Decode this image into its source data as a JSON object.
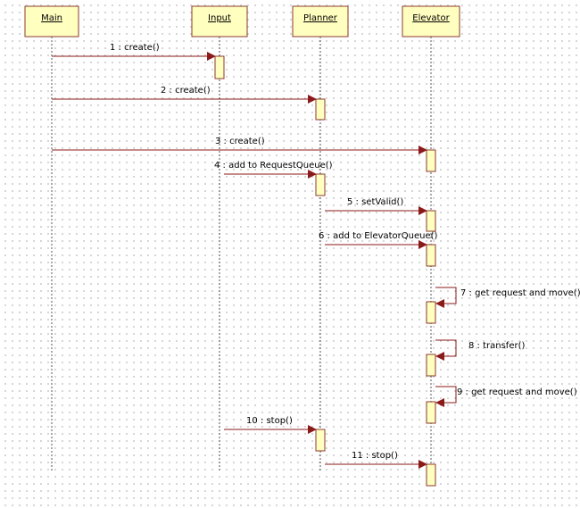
{
  "colors": {
    "box_fill": "#ffffc0",
    "box_stroke": "#8b3a2e",
    "arrow": "#8b1a1a",
    "lifeline": "#555555"
  },
  "objects": [
    {
      "id": "main",
      "label": "Main"
    },
    {
      "id": "input",
      "label": "Input"
    },
    {
      "id": "planner",
      "label": "Planner"
    },
    {
      "id": "elevator",
      "label": "Elevator"
    }
  ],
  "messages": [
    {
      "label": "1 : create()",
      "from": "main",
      "to": "input"
    },
    {
      "label": "2 : create()",
      "from": "main",
      "to": "planner"
    },
    {
      "label": "3 : create()",
      "from": "main",
      "to": "elevator"
    },
    {
      "label": "4 : add to RequestQueue()",
      "from": "input",
      "to": "planner"
    },
    {
      "label": "5 : setValid()",
      "from": "planner",
      "to": "elevator"
    },
    {
      "label": "6 : add to ElevatorQueue()",
      "from": "planner",
      "to": "elevator"
    },
    {
      "label": "7 : get request and move()",
      "from": "elevator",
      "to": "elevator"
    },
    {
      "label": "8 : transfer()",
      "from": "elevator",
      "to": "elevator"
    },
    {
      "label": "9 : get request and move()",
      "from": "elevator",
      "to": "elevator"
    },
    {
      "label": "10 : stop()",
      "from": "input",
      "to": "planner"
    },
    {
      "label": "11 : stop()",
      "from": "planner",
      "to": "elevator"
    }
  ]
}
